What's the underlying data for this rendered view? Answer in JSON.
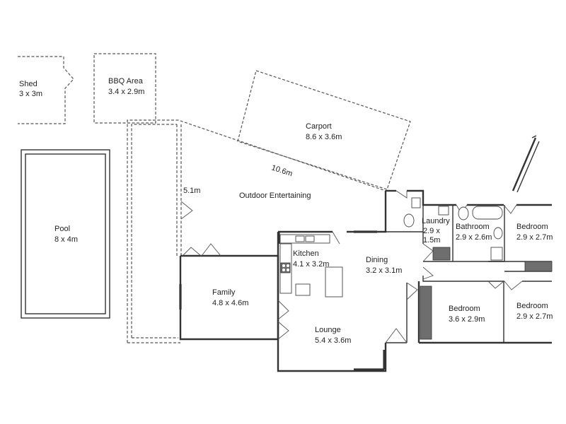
{
  "rooms": {
    "shed": {
      "name": "Shed",
      "size": "3 x 3m"
    },
    "bbq": {
      "name": "BBQ Area",
      "size": "3.4 x 2.9m"
    },
    "carport": {
      "name": "Carport",
      "size": "8.6 x 3.6m"
    },
    "outdoor": {
      "name": "Outdoor Entertaining"
    },
    "pool": {
      "name": "Pool",
      "size": "8 x 4m"
    },
    "laundry": {
      "name": "Laundry",
      "size_line1": "2.9 x",
      "size_line2": "1.5m"
    },
    "bathroom": {
      "name": "Bathroom",
      "size": "2.9 x 2.6m"
    },
    "bedroom1": {
      "name": "Bedroom",
      "size": "2.9 x 2.7m"
    },
    "kitchen": {
      "name": "Kitchen",
      "size": "4.1 x 3.2m"
    },
    "dining": {
      "name": "Dining",
      "size": "3.2 x 3.1m"
    },
    "family": {
      "name": "Family",
      "size": "4.8 x 4.6m"
    },
    "bedroom2": {
      "name": "Bedroom",
      "size": "3.6 x 2.9m"
    },
    "bedroom3": {
      "name": "Bedroom",
      "size": "2.9 x 2.7m"
    },
    "lounge": {
      "name": "Lounge",
      "size": "5.4 x 3.6m"
    }
  },
  "dimensions": {
    "outdoor_length": "10.6m",
    "outdoor_width": "5.1m"
  }
}
